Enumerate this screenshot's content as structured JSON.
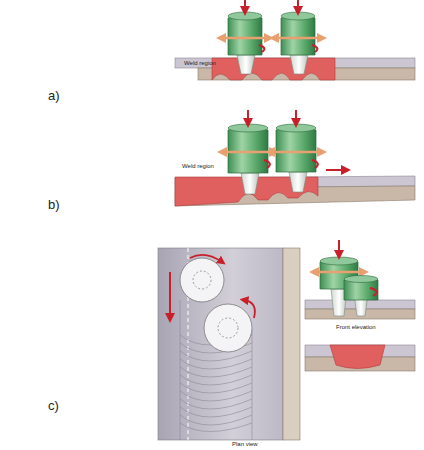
{
  "diagram": {
    "labels": [
      "a)",
      "Weld region",
      "b)",
      "Weld region",
      "c)",
      "Plan view",
      "Front elevation"
    ]
  }
}
